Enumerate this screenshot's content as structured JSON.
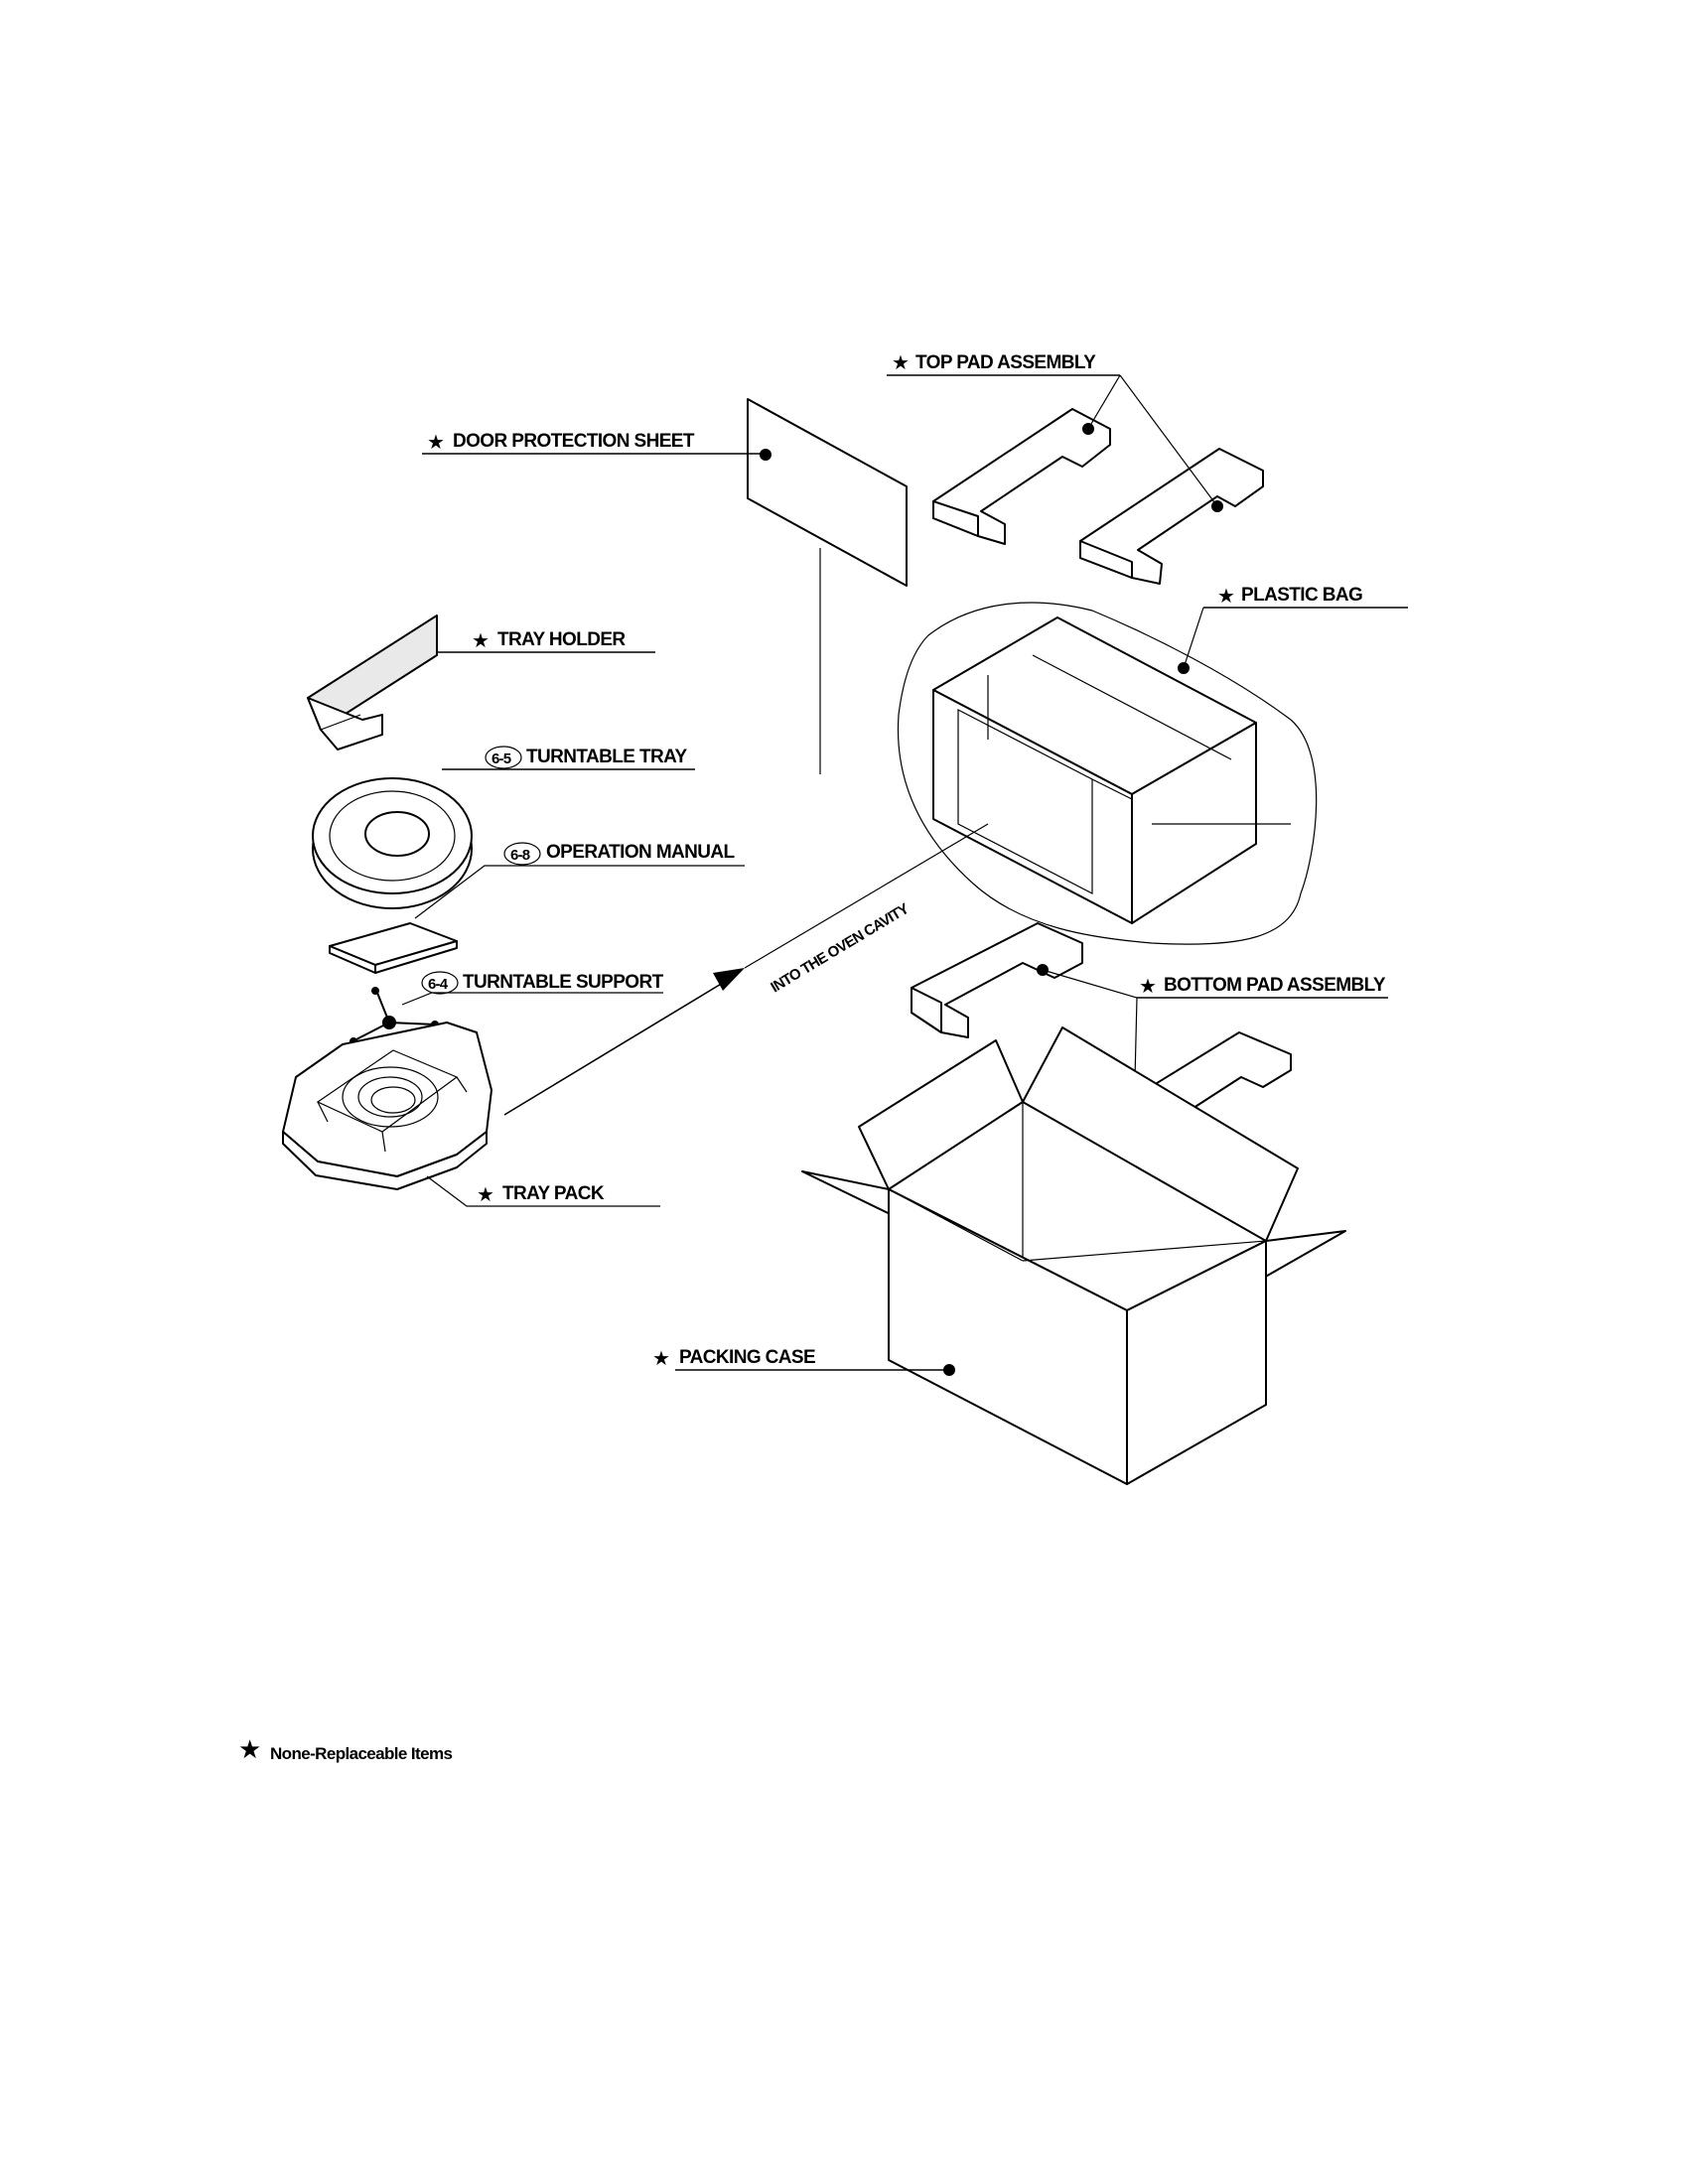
{
  "labels": {
    "top_pad": "TOP PAD ASSEMBLY",
    "door_sheet": "DOOR PROTECTION SHEET",
    "plastic_bag": "PLASTIC BAG",
    "tray_holder": "TRAY HOLDER",
    "turntable_tray": "TURNTABLE TRAY",
    "operation_manual": "OPERATION MANUAL",
    "turntable_support": "TURNTABLE SUPPORT",
    "bottom_pad": "BOTTOM PAD ASSEMBLY",
    "tray_pack": "TRAY PACK",
    "packing_case": "PACKING CASE",
    "arrow_text": "INTO THE OVEN CAVITY"
  },
  "refs": {
    "turntable_tray": "6-5",
    "operation_manual": "6-8",
    "turntable_support": "6-4"
  },
  "legend": {
    "symbol": "★",
    "text": "None-Replaceable Items"
  },
  "icons": {
    "non_replaceable_marker": "star-icon"
  }
}
